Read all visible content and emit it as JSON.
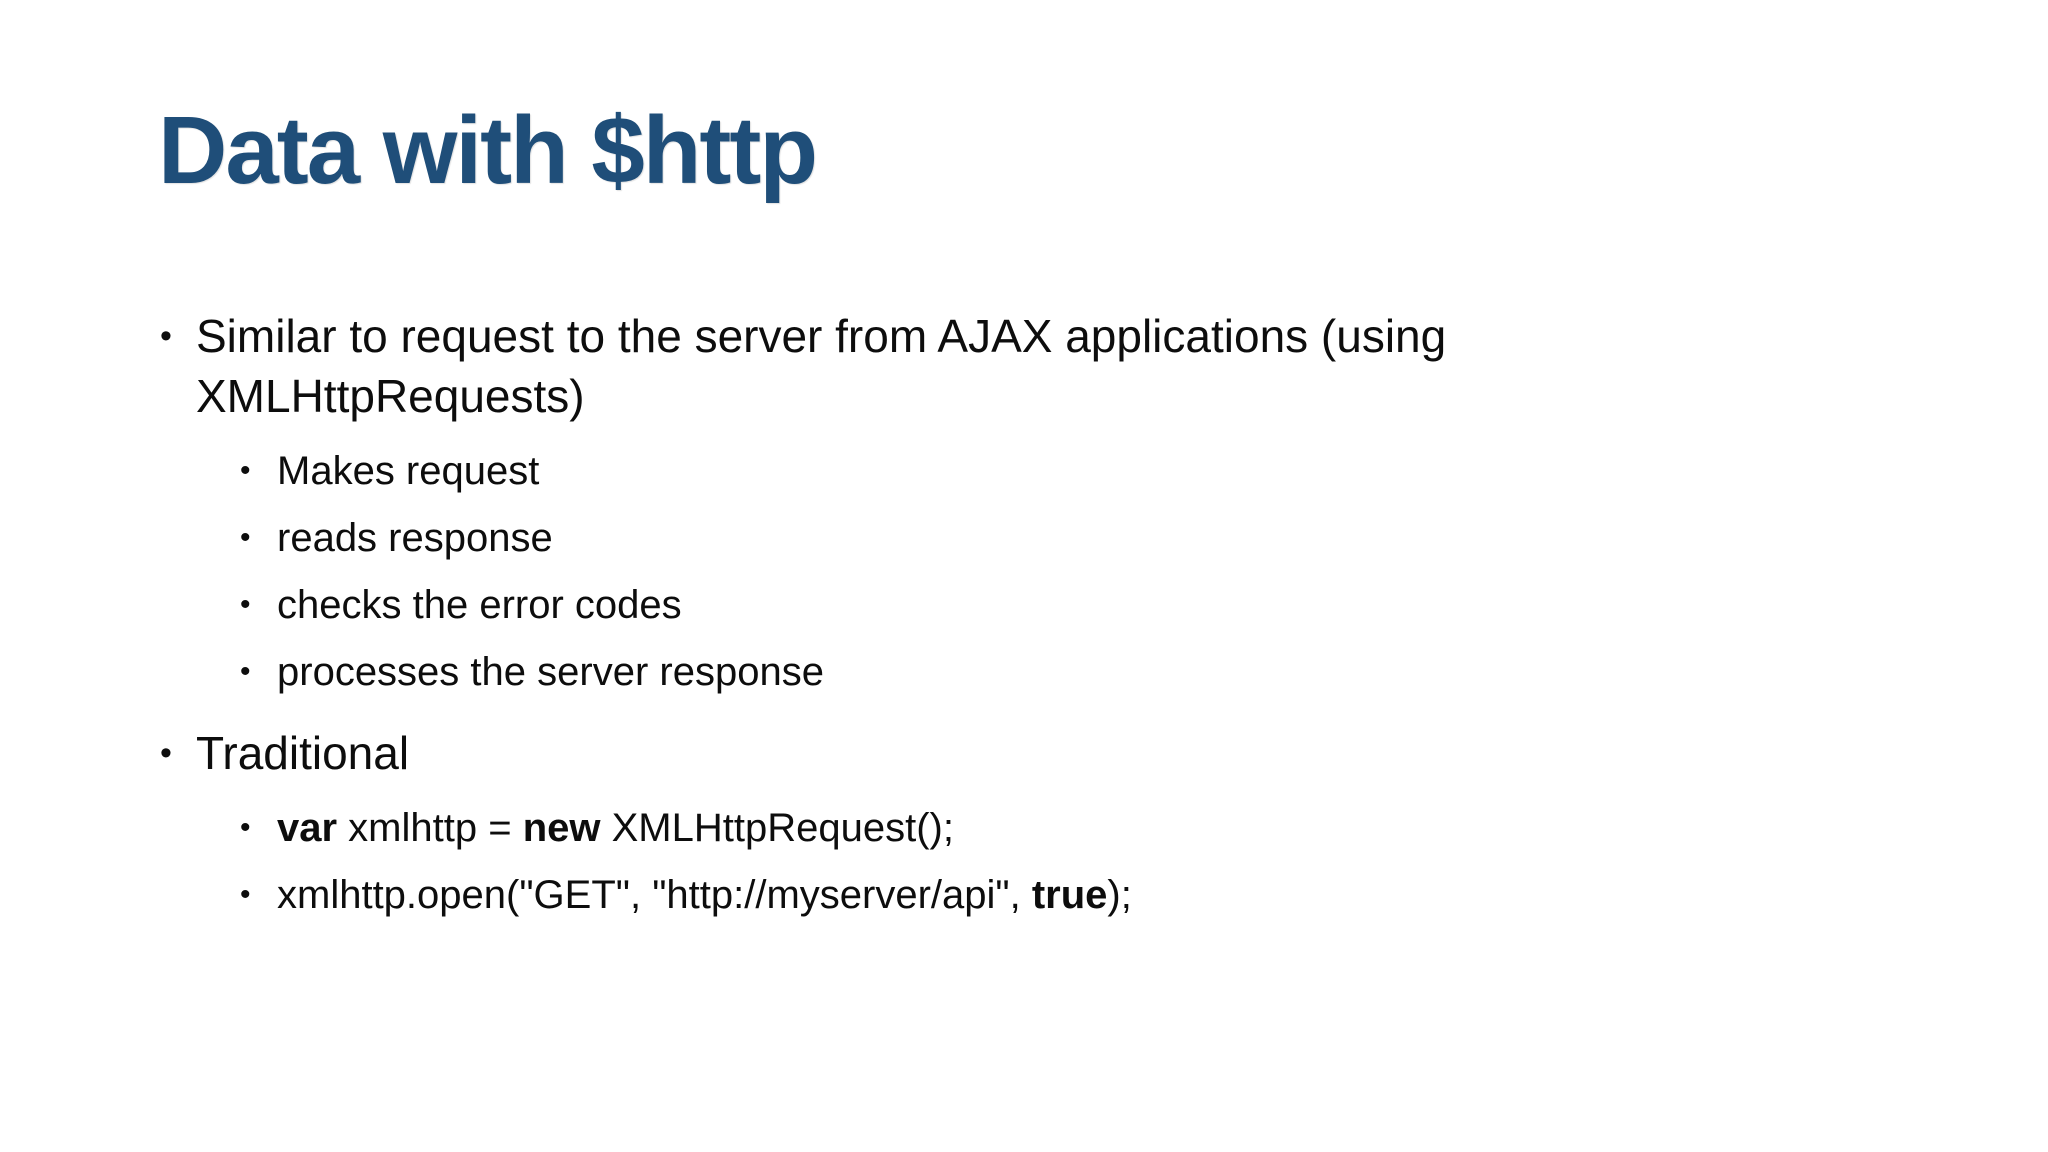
{
  "slide": {
    "title": "Data with $http",
    "bullet_char": "•",
    "colors": {
      "title": "#1f4e79",
      "body": "#0d0d0d",
      "background": "#ffffff"
    },
    "bullet1": {
      "line1": "Similar to request to the server from AJAX applications (using",
      "line2": "XMLHttpRequests)",
      "subs": [
        "Makes request",
        "reads response",
        "checks the error codes",
        "processes the server response"
      ]
    },
    "bullet2": {
      "label": "Traditional",
      "code1": {
        "kw1": "var",
        "mid": " xmlhttp = ",
        "kw2": "new",
        "rest": " XMLHttpRequest();"
      },
      "code2": {
        "pre": "xmlhttp.open(\"GET\", \"http://myserver/api\", ",
        "kw": "true",
        "post": ");"
      }
    }
  }
}
